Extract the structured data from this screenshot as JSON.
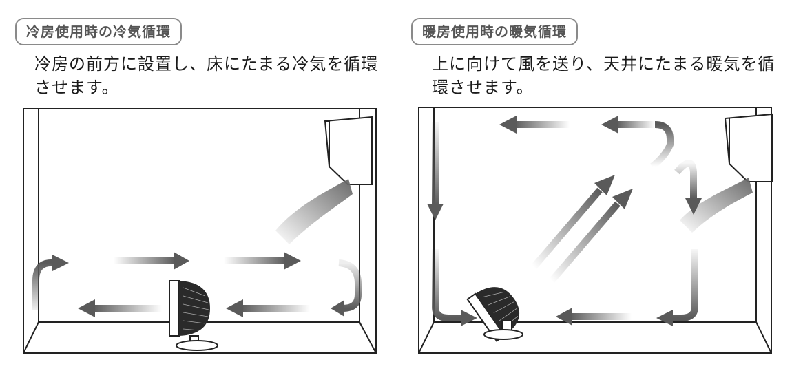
{
  "cooling": {
    "title": "冷房使用時の冷気循環",
    "line1": "冷房の前方に設置し、床にたまる冷気を循環",
    "line2": "させます。"
  },
  "heating": {
    "title": "暖房使用時の暖気循環",
    "line1": "上に向けて風を送り、天井にたまる暖気を循",
    "line2": "環させます。"
  },
  "colors": {
    "arrow": "#5a5a5a",
    "line": "#222222"
  }
}
